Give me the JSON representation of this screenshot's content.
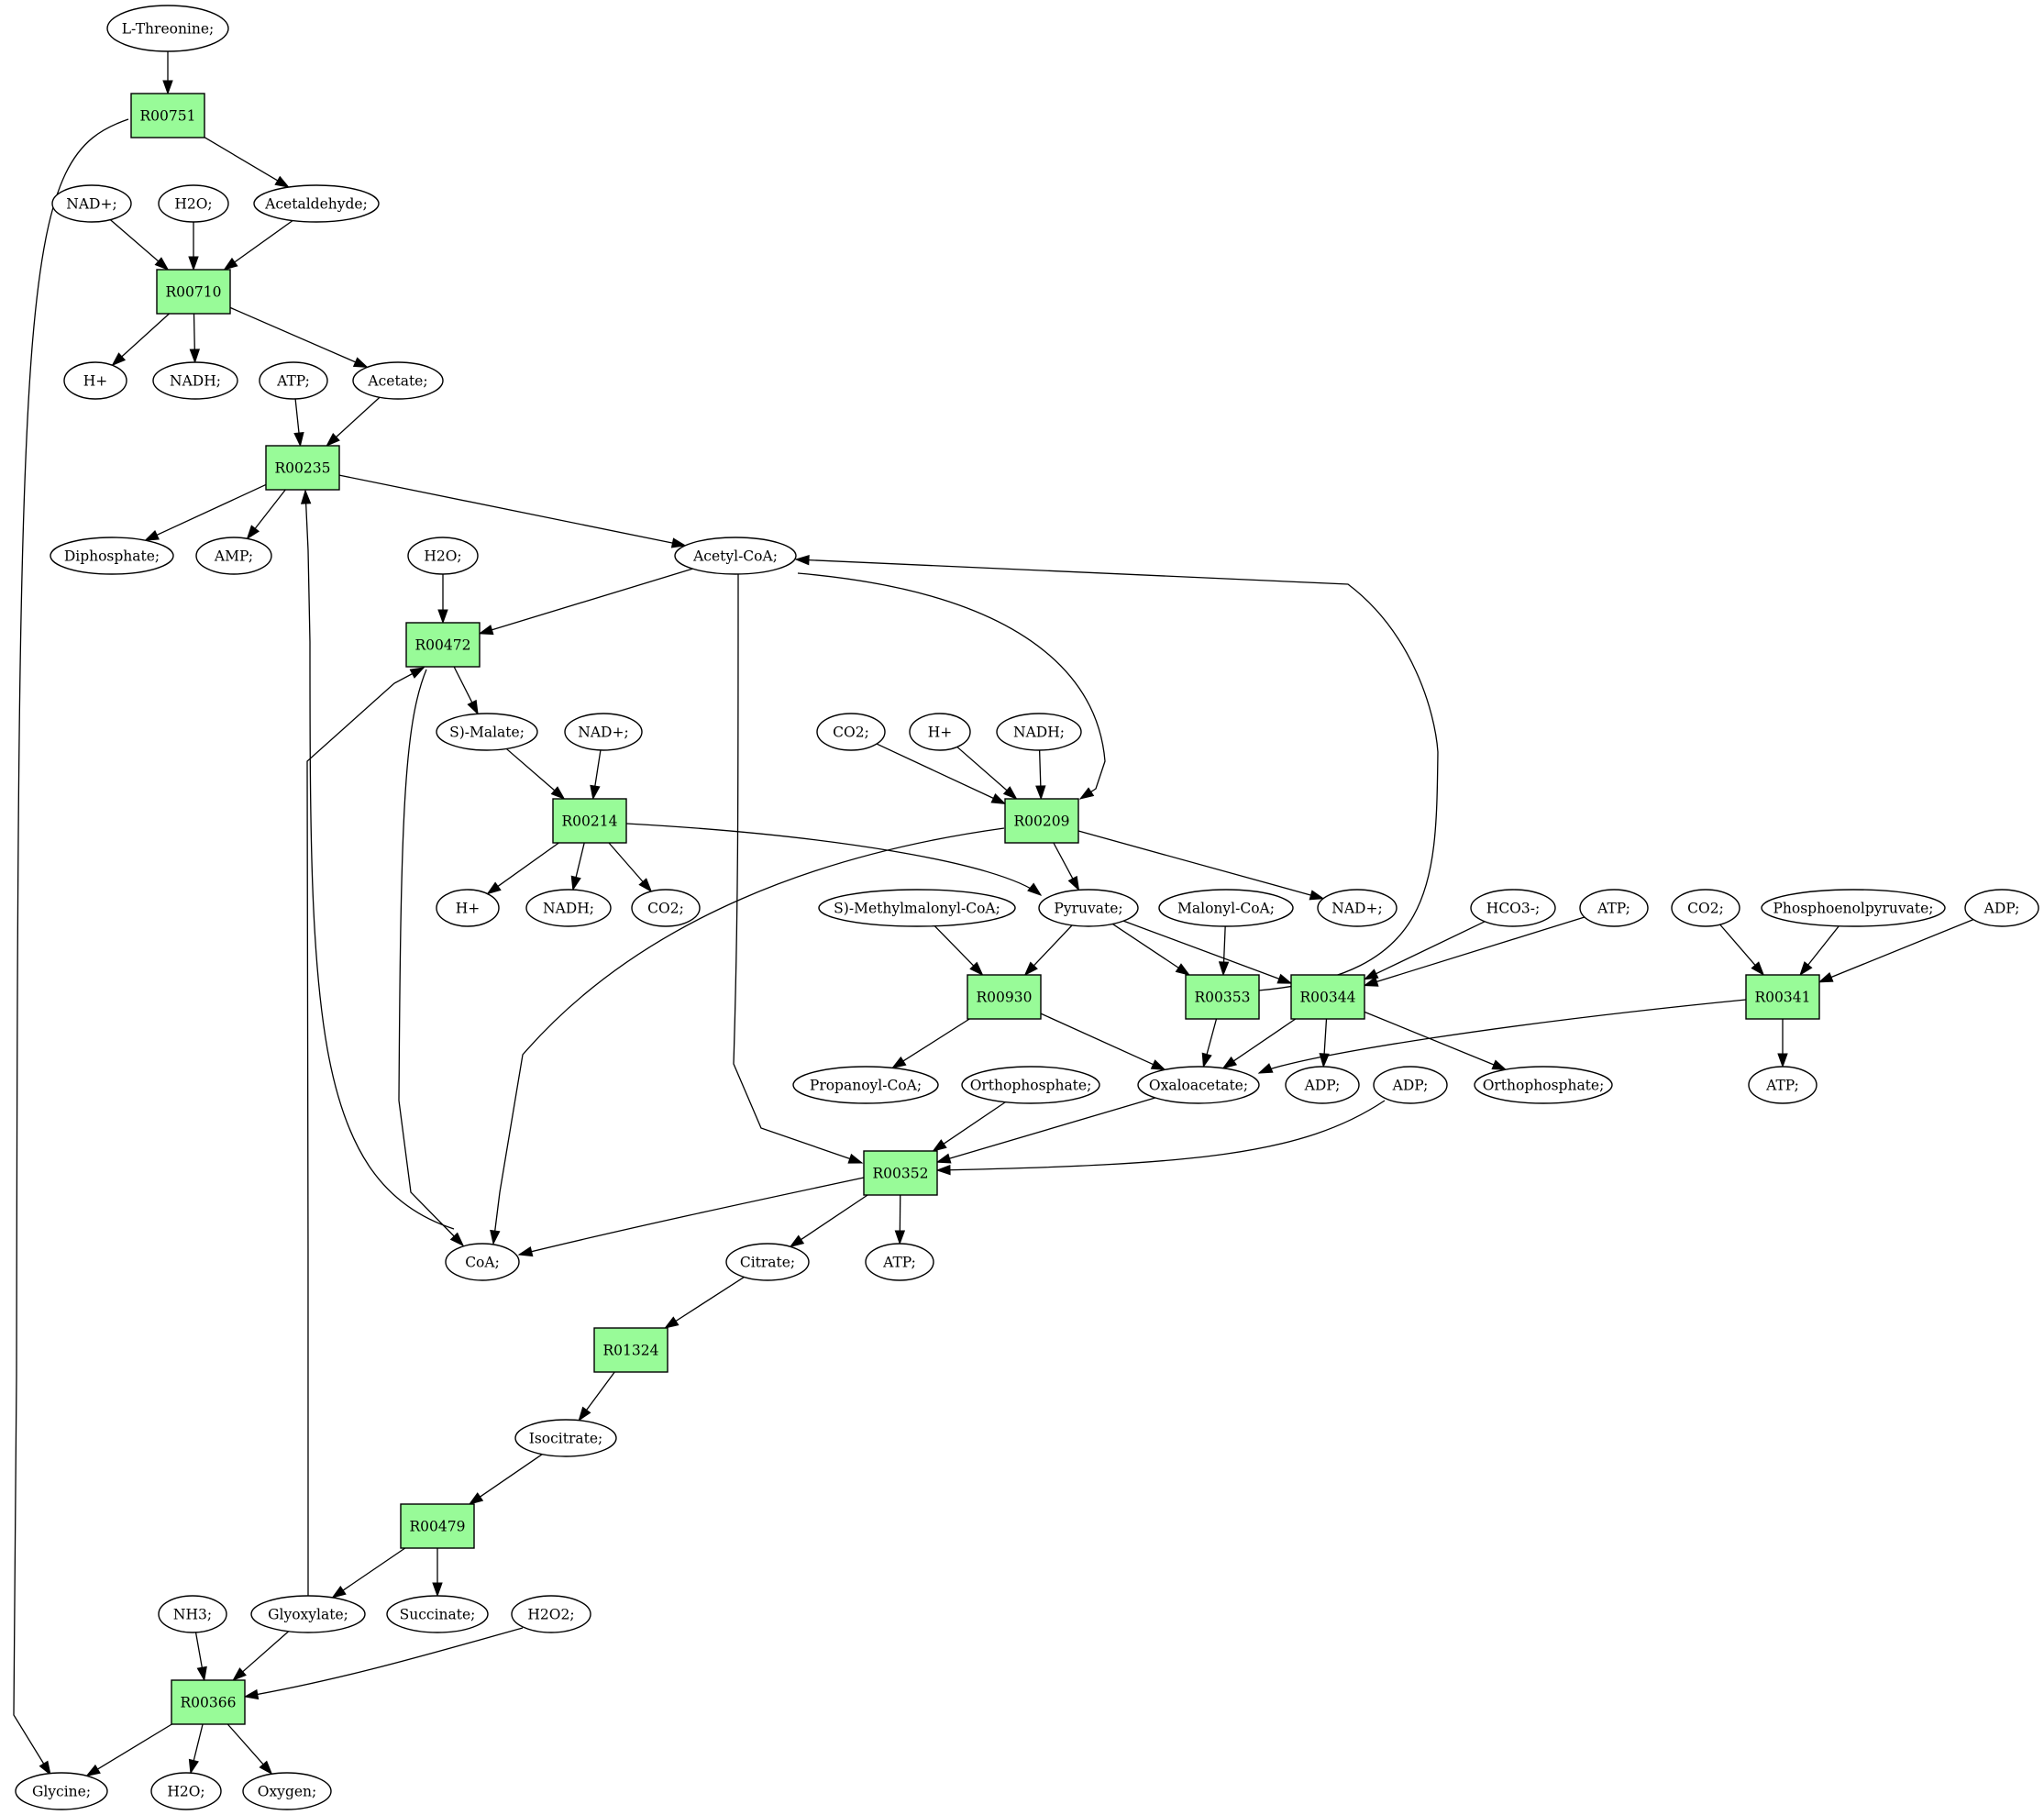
{
  "colors": {
    "reaction_fill": "#98fb98",
    "source_fill": "#00ff00",
    "target_fill": "#ffff00",
    "compound_fill": "#ffffff",
    "stroke": "#000000"
  },
  "nodes": {
    "lthr": {
      "label": "L-Threonine;",
      "shape": "ellipse",
      "role": "source"
    },
    "r751": {
      "label": "R00751",
      "shape": "box",
      "role": "reaction"
    },
    "nad1": {
      "label": "NAD+;",
      "shape": "ellipse"
    },
    "h2o1": {
      "label": "H2O;",
      "shape": "ellipse"
    },
    "acald": {
      "label": "Acetaldehyde;",
      "shape": "ellipse"
    },
    "r710": {
      "label": "R00710",
      "shape": "box",
      "role": "reaction"
    },
    "hp1": {
      "label": "H+",
      "shape": "ellipse"
    },
    "nadh1": {
      "label": "NADH;",
      "shape": "ellipse"
    },
    "atp1": {
      "label": "ATP;",
      "shape": "ellipse"
    },
    "acet": {
      "label": "Acetate;",
      "shape": "ellipse"
    },
    "r235": {
      "label": "R00235",
      "shape": "box",
      "role": "reaction"
    },
    "diph": {
      "label": "Diphosphate;",
      "shape": "ellipse"
    },
    "amp": {
      "label": "AMP;",
      "shape": "ellipse"
    },
    "h2o2": {
      "label": "H2O;",
      "shape": "ellipse"
    },
    "accoa": {
      "label": "Acetyl-CoA;",
      "shape": "ellipse"
    },
    "r472": {
      "label": "R00472",
      "shape": "box",
      "role": "reaction"
    },
    "smal": {
      "label": "S)-Malate;",
      "shape": "ellipse"
    },
    "nad2": {
      "label": "NAD+;",
      "shape": "ellipse"
    },
    "r214": {
      "label": "R00214",
      "shape": "box",
      "role": "reaction"
    },
    "hp2": {
      "label": "H+",
      "shape": "ellipse"
    },
    "nadh2": {
      "label": "NADH;",
      "shape": "ellipse"
    },
    "co2a": {
      "label": "CO2;",
      "shape": "ellipse"
    },
    "co2b": {
      "label": "CO2;",
      "shape": "ellipse"
    },
    "hp3": {
      "label": "H+",
      "shape": "ellipse"
    },
    "nadh3": {
      "label": "NADH;",
      "shape": "ellipse"
    },
    "r209": {
      "label": "R00209",
      "shape": "box",
      "role": "reaction"
    },
    "smm": {
      "label": "S)-Methylmalonyl-CoA;",
      "shape": "ellipse"
    },
    "pyr": {
      "label": "Pyruvate;",
      "shape": "ellipse"
    },
    "malcoa": {
      "label": "Malonyl-CoA;",
      "shape": "ellipse"
    },
    "nad3": {
      "label": "NAD+;",
      "shape": "ellipse"
    },
    "hco3": {
      "label": "HCO3-;",
      "shape": "ellipse"
    },
    "atp2": {
      "label": "ATP;",
      "shape": "ellipse"
    },
    "co2c": {
      "label": "CO2;",
      "shape": "ellipse"
    },
    "pep": {
      "label": "Phosphoenolpyruvate;",
      "shape": "ellipse"
    },
    "adp1": {
      "label": "ADP;",
      "shape": "ellipse"
    },
    "r930": {
      "label": "R00930",
      "shape": "box",
      "role": "reaction"
    },
    "r353": {
      "label": "R00353",
      "shape": "box",
      "role": "reaction"
    },
    "r344": {
      "label": "R00344",
      "shape": "box",
      "role": "reaction"
    },
    "r341": {
      "label": "R00341",
      "shape": "box",
      "role": "reaction"
    },
    "propcoa": {
      "label": "Propanoyl-CoA;",
      "shape": "ellipse"
    },
    "orth1": {
      "label": "Orthophosphate;",
      "shape": "ellipse"
    },
    "oaa": {
      "label": "Oxaloacetate;",
      "shape": "ellipse"
    },
    "adp2": {
      "label": "ADP;",
      "shape": "ellipse"
    },
    "adp3": {
      "label": "ADP;",
      "shape": "ellipse"
    },
    "orth2": {
      "label": "Orthophosphate;",
      "shape": "ellipse"
    },
    "atp3": {
      "label": "ATP;",
      "shape": "ellipse"
    },
    "r352": {
      "label": "R00352",
      "shape": "box",
      "role": "reaction"
    },
    "coa": {
      "label": "CoA;",
      "shape": "ellipse"
    },
    "cit": {
      "label": "Citrate;",
      "shape": "ellipse"
    },
    "atp4": {
      "label": "ATP;",
      "shape": "ellipse"
    },
    "r1324": {
      "label": "R01324",
      "shape": "box",
      "role": "reaction"
    },
    "isocit": {
      "label": "Isocitrate;",
      "shape": "ellipse"
    },
    "r479": {
      "label": "R00479",
      "shape": "box",
      "role": "reaction"
    },
    "nh3": {
      "label": "NH3;",
      "shape": "ellipse"
    },
    "glyox": {
      "label": "Glyoxylate;",
      "shape": "ellipse"
    },
    "succ": {
      "label": "Succinate;",
      "shape": "ellipse"
    },
    "h2o2b": {
      "label": "H2O2;",
      "shape": "ellipse"
    },
    "r366": {
      "label": "R00366",
      "shape": "box",
      "role": "reaction"
    },
    "gly": {
      "label": "Glycine;",
      "shape": "ellipse",
      "role": "target"
    },
    "h2o3": {
      "label": "H2O;",
      "shape": "ellipse"
    },
    "oxy": {
      "label": "Oxygen;",
      "shape": "ellipse"
    }
  },
  "edges": [
    [
      "lthr",
      "r751"
    ],
    [
      "r751",
      "acald"
    ],
    [
      "r751",
      "gly"
    ],
    [
      "nad1",
      "r710"
    ],
    [
      "h2o1",
      "r710"
    ],
    [
      "acald",
      "r710"
    ],
    [
      "r710",
      "hp1"
    ],
    [
      "r710",
      "nadh1"
    ],
    [
      "r710",
      "acet"
    ],
    [
      "atp1",
      "r235"
    ],
    [
      "acet",
      "r235"
    ],
    [
      "r235",
      "diph"
    ],
    [
      "r235",
      "amp"
    ],
    [
      "r235",
      "accoa"
    ],
    [
      "h2o2",
      "r472"
    ],
    [
      "accoa",
      "r472"
    ],
    [
      "glyox",
      "r472"
    ],
    [
      "r472",
      "smal"
    ],
    [
      "r472",
      "coa"
    ],
    [
      "smal",
      "r214"
    ],
    [
      "nad2",
      "r214"
    ],
    [
      "r214",
      "hp2"
    ],
    [
      "r214",
      "nadh2"
    ],
    [
      "r214",
      "co2a"
    ],
    [
      "r214",
      "pyr"
    ],
    [
      "co2b",
      "r209"
    ],
    [
      "hp3",
      "r209"
    ],
    [
      "nadh3",
      "r209"
    ],
    [
      "accoa",
      "r209"
    ],
    [
      "r209",
      "pyr"
    ],
    [
      "r209",
      "nad3"
    ],
    [
      "r209",
      "coa"
    ],
    [
      "smm",
      "r930"
    ],
    [
      "pyr",
      "r930"
    ],
    [
      "r930",
      "propcoa"
    ],
    [
      "r930",
      "oaa"
    ],
    [
      "pyr",
      "r353"
    ],
    [
      "malcoa",
      "r353"
    ],
    [
      "r353",
      "oaa"
    ],
    [
      "r353",
      "accoa"
    ],
    [
      "pyr",
      "r344"
    ],
    [
      "hco3",
      "r344"
    ],
    [
      "atp2",
      "r344"
    ],
    [
      "r344",
      "oaa"
    ],
    [
      "r344",
      "adp2"
    ],
    [
      "r344",
      "orth2"
    ],
    [
      "co2c",
      "r341"
    ],
    [
      "pep",
      "r341"
    ],
    [
      "adp1",
      "r341"
    ],
    [
      "r341",
      "oaa"
    ],
    [
      "r341",
      "atp3"
    ],
    [
      "accoa",
      "r352"
    ],
    [
      "orth1",
      "r352"
    ],
    [
      "oaa",
      "r352"
    ],
    [
      "adp3",
      "r352"
    ],
    [
      "r352",
      "coa"
    ],
    [
      "r352",
      "cit"
    ],
    [
      "r352",
      "atp4"
    ],
    [
      "coa",
      "r235"
    ],
    [
      "cit",
      "r1324"
    ],
    [
      "r1324",
      "isocit"
    ],
    [
      "isocit",
      "r479"
    ],
    [
      "r479",
      "glyox"
    ],
    [
      "r479",
      "succ"
    ],
    [
      "nh3",
      "r366"
    ],
    [
      "glyox",
      "r366"
    ],
    [
      "h2o2b",
      "r366"
    ],
    [
      "r366",
      "gly"
    ],
    [
      "r366",
      "h2o3"
    ],
    [
      "r366",
      "oxy"
    ]
  ]
}
